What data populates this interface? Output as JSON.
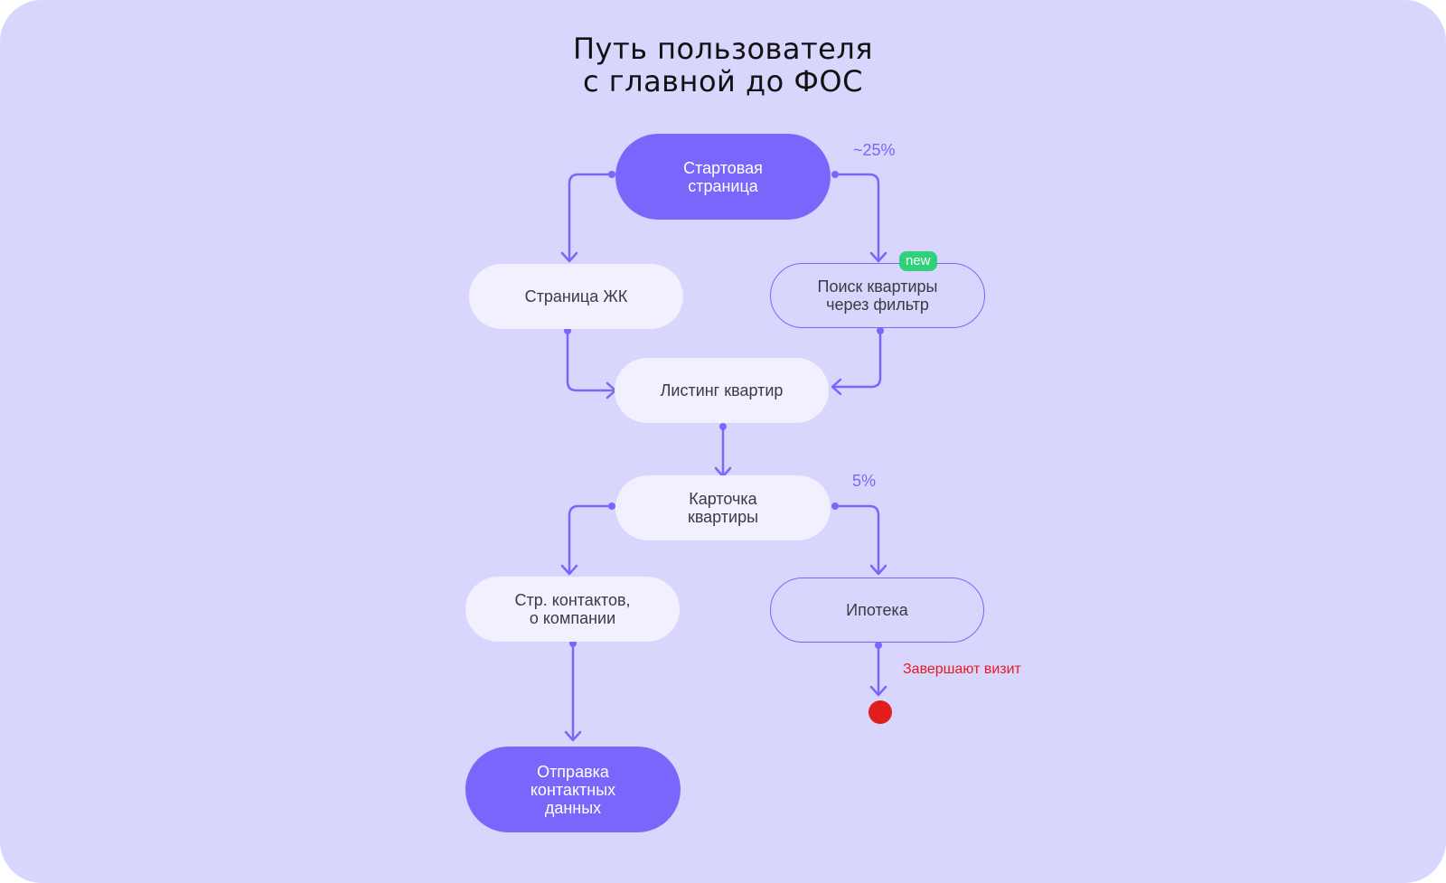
{
  "title": "Путь пользователя\nс главной до ФОС",
  "nodes": {
    "start": "Стартовая\nстраница",
    "zhk": "Страница ЖК",
    "filter": "Поиск квартиры\nчерез фильтр",
    "listing": "Листинг квартир",
    "card": "Карточка\nквартиры",
    "contacts": "Стр. контактов,\nо компании",
    "mortgage": "Ипотека",
    "submit": "Отправка\nконтактных\nданных"
  },
  "labels": {
    "start_share": "~25%",
    "card_share": "5%",
    "new_badge": "new",
    "exit": "Завершают визит"
  },
  "colors": {
    "accent": "#7b66fb",
    "background": "#d9d6fd",
    "badge": "#2fd27a",
    "exit": "#e31d1d"
  }
}
